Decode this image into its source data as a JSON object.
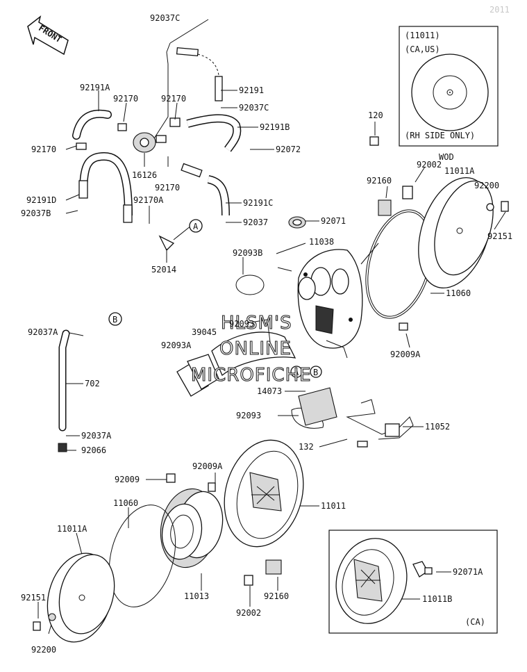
{
  "header": {
    "front_label": "FRONT",
    "corner_code": "2011"
  },
  "watermark": {
    "line1": "HLSM'S",
    "line2": "ONLINE",
    "line3": "MICROFICHE"
  },
  "inset_top": {
    "code": "(11011)",
    "region": "(CA,US)",
    "note": "(RH SIDE ONLY)"
  },
  "inset_bottom": {
    "region": "(CA)"
  },
  "callouts": {
    "A": "A",
    "B": "B"
  },
  "labels": {
    "p92037C_top": "92037C",
    "p92191A": "92191A",
    "p92170_a": "92170",
    "p92170_b": "92170",
    "p92191": "92191",
    "p92037C_mid": "92037C",
    "p92191B": "92191B",
    "p92170_c": "92170",
    "p92072": "92072",
    "p16126": "16126",
    "p92170_d": "92170",
    "p92191D": "92191D",
    "p92037B": "92037B",
    "p92170A": "92170A",
    "p92191C": "92191C",
    "p92037": "92037",
    "p52014": "52014",
    "p120": "120",
    "p92002_top": "92002",
    "pWOD": "WOD",
    "p11011A_top": "11011A",
    "p92160_top": "92160",
    "p92200_top": "92200",
    "p92151_top": "92151",
    "p92071": "92071",
    "p11038": "11038",
    "p92093B": "92093B",
    "p11060_top": "11060",
    "p92037A_top": "92037A",
    "p92093": "92093",
    "p39045": "39045",
    "p92093A": "92093A",
    "p92009A_right": "92009A",
    "p702": "702",
    "p14073": "14073",
    "p92093_mid": "92093",
    "p11052": "11052",
    "p92037A_bot": "92037A",
    "p92066": "92066",
    "p132": "132",
    "p92009A_mid": "92009A",
    "p92009": "92009",
    "p11011": "11011",
    "p11060_bot": "11060",
    "p11011A_bot": "11011A",
    "p92071A": "92071A",
    "p11011B": "11011B",
    "p92151_bot": "92151",
    "p11013": "11013",
    "p92002_bot": "92002",
    "p92160_bot": "92160",
    "p92200_bot": "92200"
  }
}
